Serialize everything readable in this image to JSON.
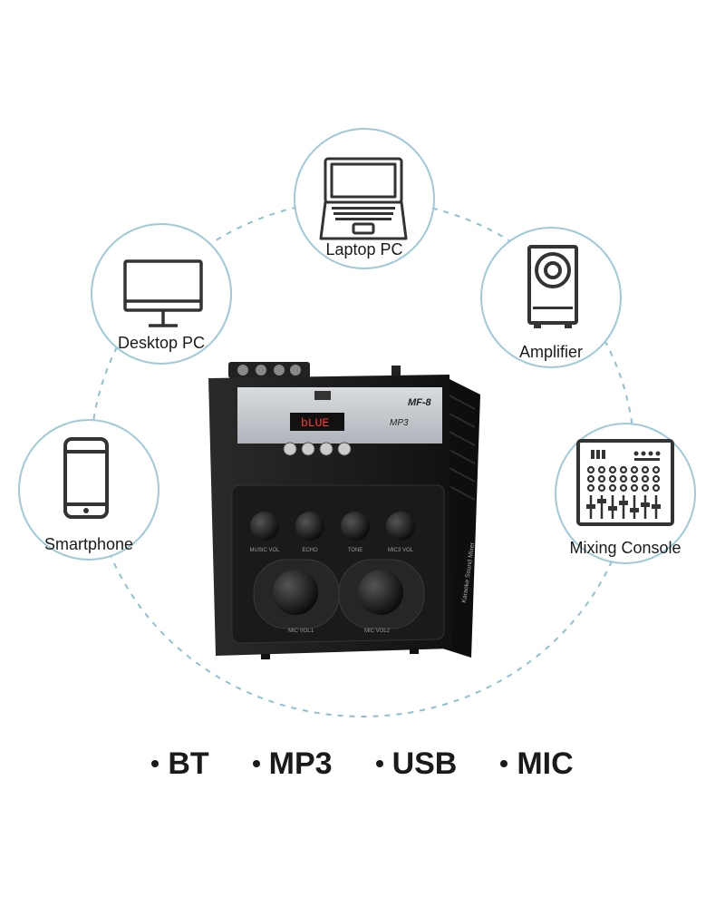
{
  "connections": [
    {
      "id": "laptop",
      "label": "Laptop PC",
      "icon": "laptop-icon"
    },
    {
      "id": "desktop",
      "label": "Desktop PC",
      "icon": "desktop-monitor-icon"
    },
    {
      "id": "amplifier",
      "label": "Amplifier",
      "icon": "speaker-icon"
    },
    {
      "id": "smartphone",
      "label": "Smartphone",
      "icon": "smartphone-icon"
    },
    {
      "id": "mixing",
      "label": "Mixing Console",
      "icon": "mixing-console-icon"
    }
  ],
  "device": {
    "model": "MF-8",
    "display": "bLUE",
    "mp3_badge": "MP3",
    "side_text": "Karaoke Sound Mixer",
    "knob_labels": [
      "MUSIC VOL",
      "ECHO",
      "TONE",
      "MIC3 VOL"
    ],
    "big_knob_labels": [
      "MIC VOL1",
      "MIC VOL2"
    ]
  },
  "features": [
    "BT",
    "MP3",
    "USB",
    "MIC"
  ],
  "colors": {
    "ring": "#9ec9d8",
    "icon": "#3a3a3a",
    "device_body": "#1c1c1c"
  }
}
